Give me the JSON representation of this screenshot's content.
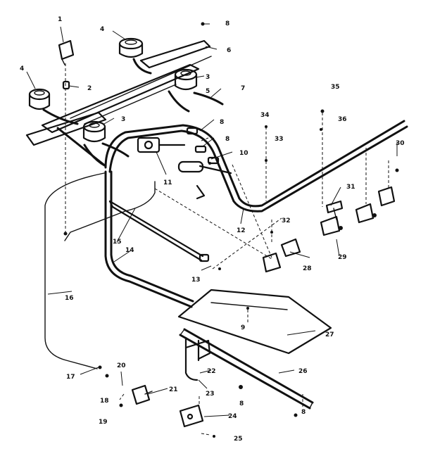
{
  "diagram": {
    "callouts": [
      {
        "id": "c1",
        "label": "1"
      },
      {
        "id": "c2",
        "label": "2"
      },
      {
        "id": "c3a",
        "label": "3"
      },
      {
        "id": "c3b",
        "label": "3"
      },
      {
        "id": "c4a",
        "label": "4"
      },
      {
        "id": "c4b",
        "label": "4"
      },
      {
        "id": "c5",
        "label": "5"
      },
      {
        "id": "c6",
        "label": "6"
      },
      {
        "id": "c7",
        "label": "7"
      },
      {
        "id": "c8a",
        "label": "8"
      },
      {
        "id": "c8b",
        "label": "8"
      },
      {
        "id": "c8c",
        "label": "8"
      },
      {
        "id": "c9",
        "label": "9"
      },
      {
        "id": "c10",
        "label": "10"
      },
      {
        "id": "c11",
        "label": "11"
      },
      {
        "id": "c12",
        "label": "12"
      },
      {
        "id": "c13",
        "label": "13"
      },
      {
        "id": "c14",
        "label": "14"
      },
      {
        "id": "c15",
        "label": "15"
      },
      {
        "id": "c16",
        "label": "16"
      },
      {
        "id": "c17",
        "label": "17"
      },
      {
        "id": "c18",
        "label": "18"
      },
      {
        "id": "c19",
        "label": "19"
      },
      {
        "id": "c20",
        "label": "20"
      },
      {
        "id": "c21",
        "label": "21"
      },
      {
        "id": "c22",
        "label": "22"
      },
      {
        "id": "c23",
        "label": "23"
      },
      {
        "id": "c24",
        "label": "24"
      },
      {
        "id": "c25",
        "label": "25"
      },
      {
        "id": "c26",
        "label": "26"
      },
      {
        "id": "c27",
        "label": "27"
      },
      {
        "id": "c28",
        "label": "28"
      },
      {
        "id": "c29",
        "label": "29"
      },
      {
        "id": "c30",
        "label": "30"
      },
      {
        "id": "c31",
        "label": "31"
      },
      {
        "id": "c32",
        "label": "32"
      },
      {
        "id": "c33",
        "label": "33"
      },
      {
        "id": "c34",
        "label": "34"
      },
      {
        "id": "c35",
        "label": "35"
      },
      {
        "id": "c36",
        "label": "36"
      }
    ],
    "colors": {
      "ink": "#111111",
      "paper": "#ffffff"
    }
  }
}
